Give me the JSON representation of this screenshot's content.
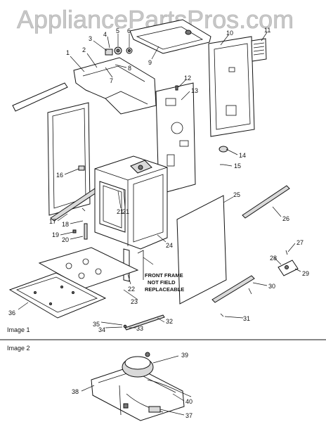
{
  "watermark": "AppliancePartsPros.com",
  "sections": {
    "image1": "Image 1",
    "image2": "Image 2"
  },
  "note": {
    "line1": "FRONT FRAME",
    "line2": "NOT FIELD",
    "line3": "REPLACEABLE"
  },
  "callouts": [
    "1",
    "2",
    "3",
    "4",
    "5",
    "6",
    "7",
    "8",
    "9",
    "10",
    "11",
    "12",
    "13",
    "14",
    "15",
    "16",
    "17",
    "18",
    "19",
    "20",
    "21",
    "21",
    "22",
    "23",
    "24",
    "25",
    "26",
    "27",
    "28",
    "29",
    "30",
    "31",
    "32",
    "33",
    "34",
    "35",
    "36",
    "37",
    "38",
    "39",
    "40"
  ]
}
